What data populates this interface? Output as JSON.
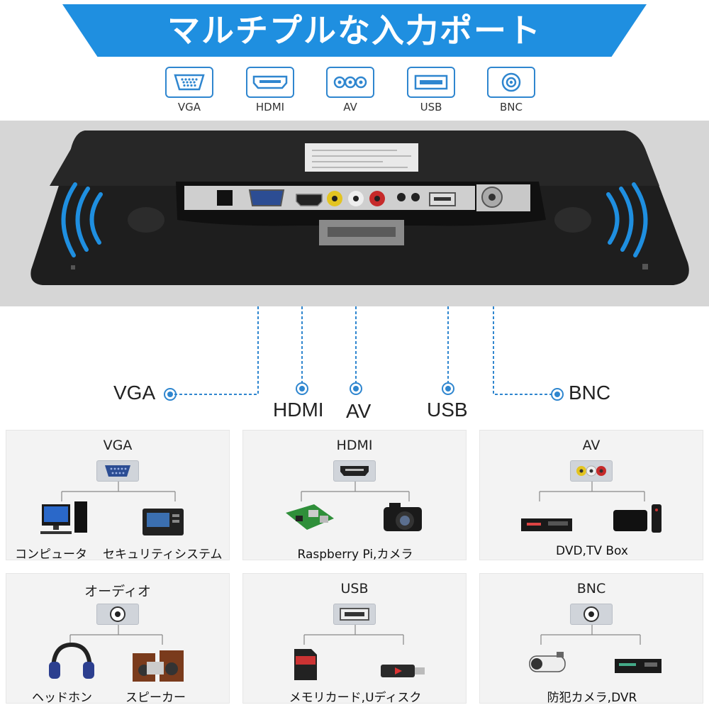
{
  "title": "マルチプルな入力ポート",
  "ports": [
    {
      "label": "VGA",
      "icon": "vga-icon"
    },
    {
      "label": "HDMI",
      "icon": "hdmi-icon"
    },
    {
      "label": "AV",
      "icon": "av-icon"
    },
    {
      "label": "USB",
      "icon": "usb-icon"
    },
    {
      "label": "BNC",
      "icon": "bnc-icon"
    }
  ],
  "callouts": {
    "vga": "VGA",
    "hdmi": "HDMI",
    "av": "AV",
    "usb": "USB",
    "bnc": "BNC"
  },
  "panels": [
    {
      "title": "VGA",
      "icon": "vga-icon",
      "devices": [
        "コンピュータ",
        "セキュリティシステム"
      ],
      "device_icons": [
        "computer-icon",
        "security-system-icon"
      ]
    },
    {
      "title": "HDMI",
      "icon": "hdmi-icon",
      "caption": "Raspberry Pi,カメラ",
      "device_icons": [
        "raspberry-pi-icon",
        "camera-icon"
      ]
    },
    {
      "title": "AV",
      "icon": "av-icon",
      "caption": "DVD,TV Box",
      "device_icons": [
        "dvd-player-icon",
        "tv-box-icon"
      ]
    },
    {
      "title": "オーディオ",
      "icon": "audio-jack-icon",
      "devices": [
        "ヘッドホン",
        "スピーカー"
      ],
      "device_icons": [
        "headphones-icon",
        "speakers-icon"
      ]
    },
    {
      "title": "USB",
      "icon": "usb-icon",
      "caption": "メモリカード,Uディスク",
      "device_icons": [
        "sd-card-icon",
        "usb-drive-icon"
      ]
    },
    {
      "title": "BNC",
      "icon": "bnc-icon",
      "caption": "防犯カメラ,DVR",
      "device_icons": [
        "security-camera-icon",
        "dvr-icon"
      ]
    }
  ],
  "colors": {
    "accent": "#1f8fe0",
    "line": "#2f86cf",
    "panel": "#f3f3f3",
    "monitor": "#1e1e1e"
  }
}
